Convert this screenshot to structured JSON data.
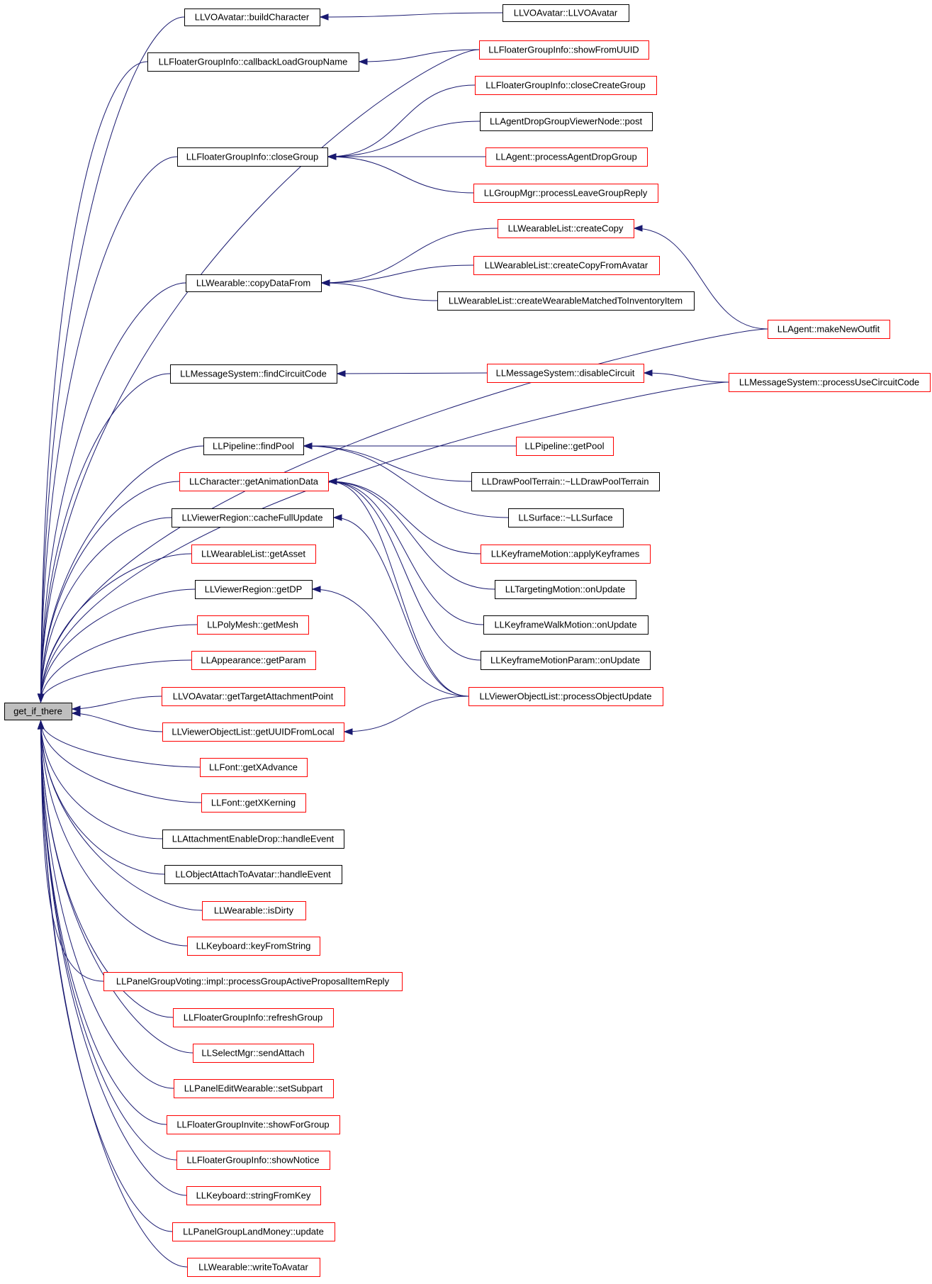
{
  "graph": {
    "colors": {
      "edge": "#191970",
      "documented_border": "#000000",
      "undocumented_border": "#ff0000",
      "root_fill": "#bfbfbf",
      "node_fill": "#ffffff"
    },
    "root": "get_if_there",
    "nodes": [
      {
        "id": "get_if_there",
        "label": "get_if_there",
        "style": "root"
      },
      {
        "id": "buildCharacter",
        "label": "LLVOAvatar::buildCharacter",
        "style": "black"
      },
      {
        "id": "LLVOAvatar",
        "label": "LLVOAvatar::LLVOAvatar",
        "style": "black"
      },
      {
        "id": "callbackLoadGroupName",
        "label": "LLFloaterGroupInfo::callbackLoadGroupName",
        "style": "black"
      },
      {
        "id": "showFromUUID",
        "label": "LLFloaterGroupInfo::showFromUUID",
        "style": "red"
      },
      {
        "id": "closeCreateGroup",
        "label": "LLFloaterGroupInfo::closeCreateGroup",
        "style": "red"
      },
      {
        "id": "closeGroup",
        "label": "LLFloaterGroupInfo::closeGroup",
        "style": "black"
      },
      {
        "id": "dropPost",
        "label": "LLAgentDropGroupViewerNode::post",
        "style": "black"
      },
      {
        "id": "processAgentDropGroup",
        "label": "LLAgent::processAgentDropGroup",
        "style": "red"
      },
      {
        "id": "processLeaveGroupReply",
        "label": "LLGroupMgr::processLeaveGroupReply",
        "style": "red"
      },
      {
        "id": "createCopy",
        "label": "LLWearableList::createCopy",
        "style": "red"
      },
      {
        "id": "copyDataFrom",
        "label": "LLWearable::copyDataFrom",
        "style": "black"
      },
      {
        "id": "createCopyFromAvatar",
        "label": "LLWearableList::createCopyFromAvatar",
        "style": "red"
      },
      {
        "id": "createWearableMatched",
        "label": "LLWearableList::createWearableMatchedToInventoryItem",
        "style": "black"
      },
      {
        "id": "makeNewOutfit",
        "label": "LLAgent::makeNewOutfit",
        "style": "red"
      },
      {
        "id": "findCircuitCode",
        "label": "LLMessageSystem::findCircuitCode",
        "style": "black"
      },
      {
        "id": "disableCircuit",
        "label": "LLMessageSystem::disableCircuit",
        "style": "red"
      },
      {
        "id": "processUseCircuitCode",
        "label": "LLMessageSystem::processUseCircuitCode",
        "style": "red"
      },
      {
        "id": "findPool",
        "label": "LLPipeline::findPool",
        "style": "black"
      },
      {
        "id": "getPool",
        "label": "LLPipeline::getPool",
        "style": "red"
      },
      {
        "id": "getAnimationData",
        "label": "LLCharacter::getAnimationData",
        "style": "red"
      },
      {
        "id": "dtorDrawPoolTerrain",
        "label": "LLDrawPoolTerrain::~LLDrawPoolTerrain",
        "style": "black"
      },
      {
        "id": "cacheFullUpdate",
        "label": "LLViewerRegion::cacheFullUpdate",
        "style": "black"
      },
      {
        "id": "dtorSurface",
        "label": "LLSurface::~LLSurface",
        "style": "black"
      },
      {
        "id": "getAsset",
        "label": "LLWearableList::getAsset",
        "style": "red"
      },
      {
        "id": "applyKeyframes",
        "label": "LLKeyframeMotion::applyKeyframes",
        "style": "red"
      },
      {
        "id": "getDP",
        "label": "LLViewerRegion::getDP",
        "style": "black"
      },
      {
        "id": "targetingOnUpdate",
        "label": "LLTargetingMotion::onUpdate",
        "style": "black"
      },
      {
        "id": "getMesh",
        "label": "LLPolyMesh::getMesh",
        "style": "red"
      },
      {
        "id": "walkOnUpdate",
        "label": "LLKeyframeWalkMotion::onUpdate",
        "style": "black"
      },
      {
        "id": "getParam",
        "label": "LLAppearance::getParam",
        "style": "red"
      },
      {
        "id": "paramOnUpdate",
        "label": "LLKeyframeMotionParam::onUpdate",
        "style": "black"
      },
      {
        "id": "getTargetAttachmentPoint",
        "label": "LLVOAvatar::getTargetAttachmentPoint",
        "style": "red"
      },
      {
        "id": "processObjectUpdate",
        "label": "LLViewerObjectList::processObjectUpdate",
        "style": "red"
      },
      {
        "id": "getUUIDFromLocal",
        "label": "LLViewerObjectList::getUUIDFromLocal",
        "style": "red"
      },
      {
        "id": "getXAdvance",
        "label": "LLFont::getXAdvance",
        "style": "red"
      },
      {
        "id": "getXKerning",
        "label": "LLFont::getXKerning",
        "style": "red"
      },
      {
        "id": "enableDrop",
        "label": "LLAttachmentEnableDrop::handleEvent",
        "style": "black"
      },
      {
        "id": "attachToAvatar",
        "label": "LLObjectAttachToAvatar::handleEvent",
        "style": "black"
      },
      {
        "id": "isDirty",
        "label": "LLWearable::isDirty",
        "style": "red"
      },
      {
        "id": "keyFromString",
        "label": "LLKeyboard::keyFromString",
        "style": "red"
      },
      {
        "id": "processGroupActive",
        "label": "LLPanelGroupVoting::impl::processGroupActiveProposalItemReply",
        "style": "red"
      },
      {
        "id": "refreshGroup",
        "label": "LLFloaterGroupInfo::refreshGroup",
        "style": "red"
      },
      {
        "id": "sendAttach",
        "label": "LLSelectMgr::sendAttach",
        "style": "red"
      },
      {
        "id": "setSubpart",
        "label": "LLPanelEditWearable::setSubpart",
        "style": "red"
      },
      {
        "id": "showForGroup",
        "label": "LLFloaterGroupInvite::showForGroup",
        "style": "red"
      },
      {
        "id": "showNotice",
        "label": "LLFloaterGroupInfo::showNotice",
        "style": "red"
      },
      {
        "id": "stringFromKey",
        "label": "LLKeyboard::stringFromKey",
        "style": "red"
      },
      {
        "id": "landMoneyUpdate",
        "label": "LLPanelGroupLandMoney::update",
        "style": "red"
      },
      {
        "id": "writeToAvatar",
        "label": "LLWearable::writeToAvatar",
        "style": "red"
      }
    ],
    "edges": [
      {
        "from": "LLVOAvatar",
        "to": "buildCharacter"
      },
      {
        "from": "showFromUUID",
        "to": "callbackLoadGroupName"
      },
      {
        "from": "closeCreateGroup",
        "to": "closeGroup"
      },
      {
        "from": "dropPost",
        "to": "closeGroup"
      },
      {
        "from": "processAgentDropGroup",
        "to": "closeGroup"
      },
      {
        "from": "processLeaveGroupReply",
        "to": "closeGroup"
      },
      {
        "from": "createCopy",
        "to": "copyDataFrom"
      },
      {
        "from": "createCopyFromAvatar",
        "to": "copyDataFrom"
      },
      {
        "from": "createWearableMatched",
        "to": "copyDataFrom"
      },
      {
        "from": "makeNewOutfit",
        "to": "createCopy"
      },
      {
        "from": "disableCircuit",
        "to": "findCircuitCode"
      },
      {
        "from": "processUseCircuitCode",
        "to": "disableCircuit"
      },
      {
        "from": "getPool",
        "to": "findPool"
      },
      {
        "from": "dtorDrawPoolTerrain",
        "to": "findPool"
      },
      {
        "from": "dtorSurface",
        "to": "findPool"
      },
      {
        "from": "applyKeyframes",
        "to": "getAnimationData"
      },
      {
        "from": "targetingOnUpdate",
        "to": "getAnimationData"
      },
      {
        "from": "walkOnUpdate",
        "to": "getAnimationData"
      },
      {
        "from": "paramOnUpdate",
        "to": "getAnimationData"
      },
      {
        "from": "processObjectUpdate",
        "to": "getAnimationData"
      },
      {
        "from": "processObjectUpdate",
        "to": "cacheFullUpdate"
      },
      {
        "from": "processObjectUpdate",
        "to": "getDP"
      },
      {
        "from": "processObjectUpdate",
        "to": "getUUIDFromLocal"
      },
      {
        "from": "buildCharacter",
        "to": "get_if_there"
      },
      {
        "from": "callbackLoadGroupName",
        "to": "get_if_there"
      },
      {
        "from": "showFromUUID",
        "to": "get_if_there"
      },
      {
        "from": "closeGroup",
        "to": "get_if_there"
      },
      {
        "from": "copyDataFrom",
        "to": "get_if_there"
      },
      {
        "from": "makeNewOutfit",
        "to": "get_if_there"
      },
      {
        "from": "findCircuitCode",
        "to": "get_if_there"
      },
      {
        "from": "processUseCircuitCode",
        "to": "get_if_there"
      },
      {
        "from": "findPool",
        "to": "get_if_there"
      },
      {
        "from": "getAnimationData",
        "to": "get_if_there"
      },
      {
        "from": "cacheFullUpdate",
        "to": "get_if_there"
      },
      {
        "from": "getAsset",
        "to": "get_if_there"
      },
      {
        "from": "getDP",
        "to": "get_if_there"
      },
      {
        "from": "getMesh",
        "to": "get_if_there"
      },
      {
        "from": "getParam",
        "to": "get_if_there"
      },
      {
        "from": "getTargetAttachmentPoint",
        "to": "get_if_there"
      },
      {
        "from": "getUUIDFromLocal",
        "to": "get_if_there"
      },
      {
        "from": "getXAdvance",
        "to": "get_if_there"
      },
      {
        "from": "getXKerning",
        "to": "get_if_there"
      },
      {
        "from": "enableDrop",
        "to": "get_if_there"
      },
      {
        "from": "attachToAvatar",
        "to": "get_if_there"
      },
      {
        "from": "isDirty",
        "to": "get_if_there"
      },
      {
        "from": "keyFromString",
        "to": "get_if_there"
      },
      {
        "from": "processGroupActive",
        "to": "get_if_there"
      },
      {
        "from": "refreshGroup",
        "to": "get_if_there"
      },
      {
        "from": "sendAttach",
        "to": "get_if_there"
      },
      {
        "from": "setSubpart",
        "to": "get_if_there"
      },
      {
        "from": "showForGroup",
        "to": "get_if_there"
      },
      {
        "from": "showNotice",
        "to": "get_if_there"
      },
      {
        "from": "stringFromKey",
        "to": "get_if_there"
      },
      {
        "from": "landMoneyUpdate",
        "to": "get_if_there"
      },
      {
        "from": "writeToAvatar",
        "to": "get_if_there"
      }
    ]
  }
}
